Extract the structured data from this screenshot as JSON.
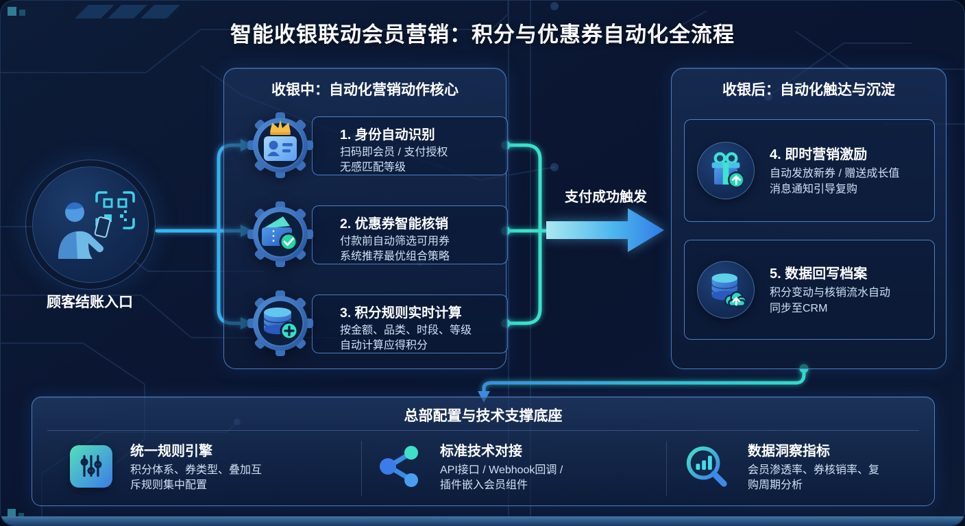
{
  "title": "智能收银联动会员营销：积分与优惠券自动化全流程",
  "customer": {
    "label": "顾客结账入口"
  },
  "checkout_panel": {
    "header": "收银中：自动化营销动作核心",
    "cards": [
      {
        "icon": "id-card-crown-icon",
        "title": "1. 身份自动识别",
        "line1": "扫码即会员 / 支付授权",
        "line2": "无感匹配等级"
      },
      {
        "icon": "coupon-check-icon",
        "title": "2. 优惠券智能核销",
        "line1": "付款前自动筛选可用券",
        "line2": "系统推荐最优组合策略"
      },
      {
        "icon": "points-database-icon",
        "title": "3. 积分规则实时计算",
        "line1": "按金额、品类、时段、等级",
        "line2": "自动计算应得积分"
      }
    ]
  },
  "trigger_arrow": {
    "label": "支付成功触发"
  },
  "post_panel": {
    "header": "收银后：自动化触达与沉淀",
    "cards": [
      {
        "icon": "gift-reward-icon",
        "title": "4. 即时营销激励",
        "line1": "自动发放新券 / 赠送成长值",
        "line2": "消息通知引导复购"
      },
      {
        "icon": "database-sync-icon",
        "title": "5. 数据回写档案",
        "line1": "积分变动与核销流水自动",
        "line2": "同步至CRM"
      }
    ]
  },
  "foundation_panel": {
    "header": "总部配置与技术支撑底座",
    "items": [
      {
        "icon": "sliders-icon",
        "title": "统一规则引擎",
        "line1": "积分体系、券类型、叠加互",
        "line2": "斥规则集中配置"
      },
      {
        "icon": "share-nodes-icon",
        "title": "标准技术对接",
        "line1": "API接口 / Webhook回调 /",
        "line2": "插件嵌入会员组件"
      },
      {
        "icon": "chart-magnifier-icon",
        "title": "数据洞察指标",
        "line1": "会员渗透率、券核销率、复",
        "line2": "购周期分析"
      }
    ]
  },
  "colors": {
    "background": "#0b1832",
    "panel_border": "#5c96dc",
    "connector_blue": "#38b6f2",
    "connector_teal": "#38e2cc",
    "arrow_gradient_start": "#a9e9f2",
    "arrow_gradient_end": "#2f7de6",
    "crown_gold": "#f5bd45",
    "badge_green": "#24d6a2"
  }
}
